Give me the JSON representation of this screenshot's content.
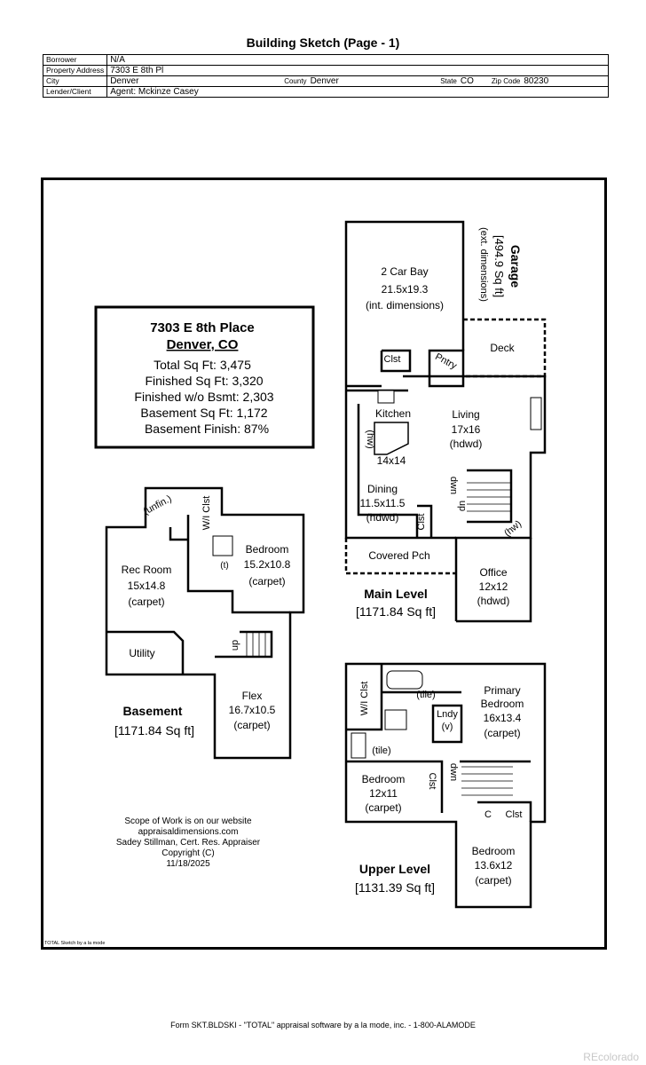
{
  "header": {
    "title": "Building Sketch (Page - 1)",
    "borrower_label": "Borrower",
    "borrower": "N/A",
    "property_label": "Property Address",
    "property": "7303 E 8th Pl",
    "city_label": "City",
    "city": "Denver",
    "county_label": "County",
    "county": "Denver",
    "state_label": "State",
    "state": "CO",
    "zip_label": "Zip Code",
    "zip": "80230",
    "lender_label": "Lender/Client",
    "lender": "Agent: Mckinze Casey"
  },
  "summary": {
    "address": "7303 E 8th Place",
    "city": "Denver, CO",
    "lines": [
      "Total Sq Ft: 3,475",
      "Finished Sq Ft: 3,320",
      "Finished w/o Bsmt: 2,303",
      "Basement Sq Ft: 1,172",
      "Basement Finish: 87%"
    ]
  },
  "levels": {
    "main": {
      "name": "Main Level",
      "area": "[1171.84 Sq ft]"
    },
    "basement": {
      "name": "Basement",
      "area": "[1171.84 Sq ft]"
    },
    "upper": {
      "name": "Upper Level",
      "area": "[1131.39 Sq ft]"
    },
    "garage": {
      "name": "Garage",
      "area": "[494.9 Sq ft]",
      "note": "(ext. dimensions)"
    }
  },
  "rooms": {
    "garage_bay": [
      "2 Car Bay",
      "21.5x19.3",
      "(int. dimensions)"
    ],
    "deck": "Deck",
    "clst": "Clst",
    "pntry": "Pntry",
    "kitchen": [
      "Kitchen",
      "14x14"
    ],
    "hw": "(hw)",
    "living": [
      "Living",
      "17x16",
      "(hdwd)"
    ],
    "dining": [
      "Dining",
      "11.5x11.5",
      "(hdwd)"
    ],
    "dwn": "dwn",
    "up": "up",
    "covered_pch": "Covered Pch",
    "office": [
      "Office",
      "12x12",
      "(hdwd)"
    ],
    "unfin": "(unfin.)",
    "wi_clst": "W/I Clst",
    "t": "(t)",
    "bedroom_b": [
      "Bedroom",
      "15.2x10.8",
      "(carpet)"
    ],
    "rec_room": [
      "Rec Room",
      "15x14.8",
      "(carpet)"
    ],
    "utility": "Utility",
    "flex": [
      "Flex",
      "16.7x10.5",
      "(carpet)"
    ],
    "tile": "(tile)",
    "primary": [
      "Primary",
      "Bedroom",
      "16x13.4",
      "(carpet)"
    ],
    "lndy": [
      "Lndy",
      "(v)"
    ],
    "bedroom_u1": [
      "Bedroom",
      "12x11",
      "(carpet)"
    ],
    "c": "C",
    "bedroom_u2": [
      "Bedroom",
      "13.6x12",
      "(carpet)"
    ]
  },
  "credits": {
    "lines": [
      "Scope of Work is on our website",
      "appraisaldimensions.com",
      "Sadey Stillman, Cert. Res. Appraiser",
      "Copyright (C)",
      "11/18/2025"
    ],
    "sketch": "TOTAL Sketch by a la mode"
  },
  "footer": "Form SKT.BLDSKI - \"TOTAL\" appraisal software by a la mode, inc. - 1-800-ALAMODE",
  "watermark": "REcolorado"
}
